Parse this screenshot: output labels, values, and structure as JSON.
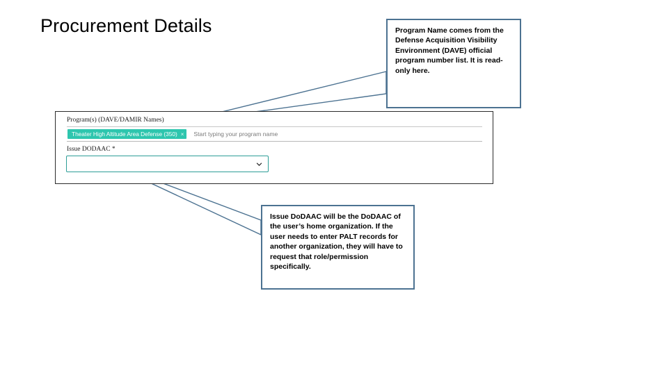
{
  "slide": {
    "title": "Procurement Details"
  },
  "callouts": [
    {
      "id": "program-name",
      "text": "Program Name comes from the Defense Acquisition Visibility Environment (DAVE) official program number list. It is read-only here.",
      "border_color": "#4c7291"
    },
    {
      "id": "issue-dodaac",
      "text": "Issue DoDAAC will be the DoDAAC of the user’s home organization. If the user needs to enter PALT records for another organization, they will have to request that role/permission specifically.",
      "border_color": "#4c7291"
    }
  ],
  "form": {
    "program_field": {
      "label": "Program(s) (DAVE/DAMIR Names)",
      "selected_tag": "Theater High Altitude Area Defense (350)",
      "tag_remove_icon": "×",
      "tag_color": "#2ec6ae",
      "placeholder": "Start typing your program name",
      "value": ""
    },
    "dodaac_field": {
      "label": "Issue DODAAC",
      "required_marker": "*",
      "value": "",
      "chevron_icon": "chevron-down-icon",
      "border_color": "#2c9d97"
    }
  }
}
